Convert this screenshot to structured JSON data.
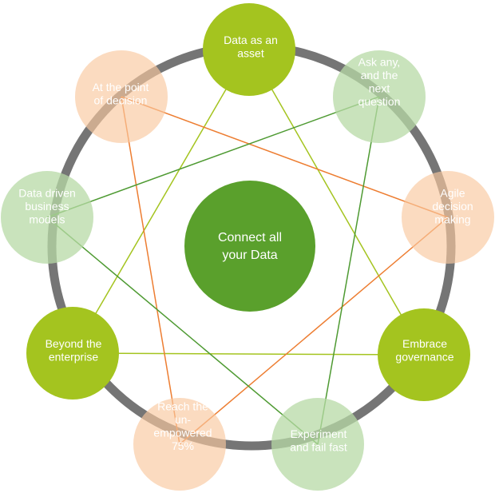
{
  "center": {
    "label_lines": [
      "Connect all",
      "your Data"
    ]
  },
  "nodes": [
    {
      "id": "data-asset",
      "label_lines": [
        "Data as an",
        "asset"
      ],
      "fill": "#a4c41f",
      "text_color": "#ffffff",
      "opacity": 1.0
    },
    {
      "id": "ask-any",
      "label_lines": [
        "Ask any,",
        "and the",
        "next",
        "question"
      ],
      "fill": "#b7d9a6",
      "text_color": "#ffffff",
      "opacity": 0.75
    },
    {
      "id": "agile-decision",
      "label_lines": [
        "Agile",
        "decision",
        "making"
      ],
      "fill": "#f9c79e",
      "text_color": "#ffffff",
      "opacity": 0.65
    },
    {
      "id": "embrace-governance",
      "label_lines": [
        "Embrace",
        "governance"
      ],
      "fill": "#a4c41f",
      "text_color": "#ffffff",
      "opacity": 1.0
    },
    {
      "id": "experiment",
      "label_lines": [
        "Experiment",
        "and fail fast"
      ],
      "fill": "#b7d9a6",
      "text_color": "#ffffff",
      "opacity": 0.75
    },
    {
      "id": "reach-unempowered",
      "label_lines": [
        "Reach the",
        "un-",
        "empowered",
        "75%"
      ],
      "fill": "#f9c79e",
      "text_color": "#ffffff",
      "opacity": 0.65
    },
    {
      "id": "beyond-enterprise",
      "label_lines": [
        "Beyond the",
        "enterprise"
      ],
      "fill": "#a4c41f",
      "text_color": "#ffffff",
      "opacity": 1.0
    },
    {
      "id": "data-driven",
      "label_lines": [
        "Data driven",
        "business",
        "models"
      ],
      "fill": "#b7d9a6",
      "text_color": "#ffffff",
      "opacity": 0.75
    },
    {
      "id": "point-of-decision",
      "label_lines": [
        "At the point",
        "of decision"
      ],
      "fill": "#f9c79e",
      "text_color": "#ffffff",
      "opacity": 0.65
    }
  ],
  "connections": [
    {
      "from": "data-asset",
      "to": "beyond-enterprise",
      "color": "#a4c41f"
    },
    {
      "from": "data-asset",
      "to": "embrace-governance",
      "color": "#a4c41f"
    },
    {
      "from": "beyond-enterprise",
      "to": "embrace-governance",
      "color": "#a4c41f"
    },
    {
      "from": "point-of-decision",
      "to": "agile-decision",
      "color": "#ed7d31"
    },
    {
      "from": "point-of-decision",
      "to": "reach-unempowered",
      "color": "#ed7d31"
    },
    {
      "from": "agile-decision",
      "to": "reach-unempowered",
      "color": "#ed7d31"
    },
    {
      "from": "ask-any",
      "to": "data-driven",
      "color": "#4e9a32"
    },
    {
      "from": "ask-any",
      "to": "experiment",
      "color": "#4e9a32"
    },
    {
      "from": "data-driven",
      "to": "experiment",
      "color": "#4e9a32"
    }
  ],
  "colors": {
    "ring": "#757575",
    "center_fill": "#5aa02c",
    "center_text": "#ffffff"
  }
}
